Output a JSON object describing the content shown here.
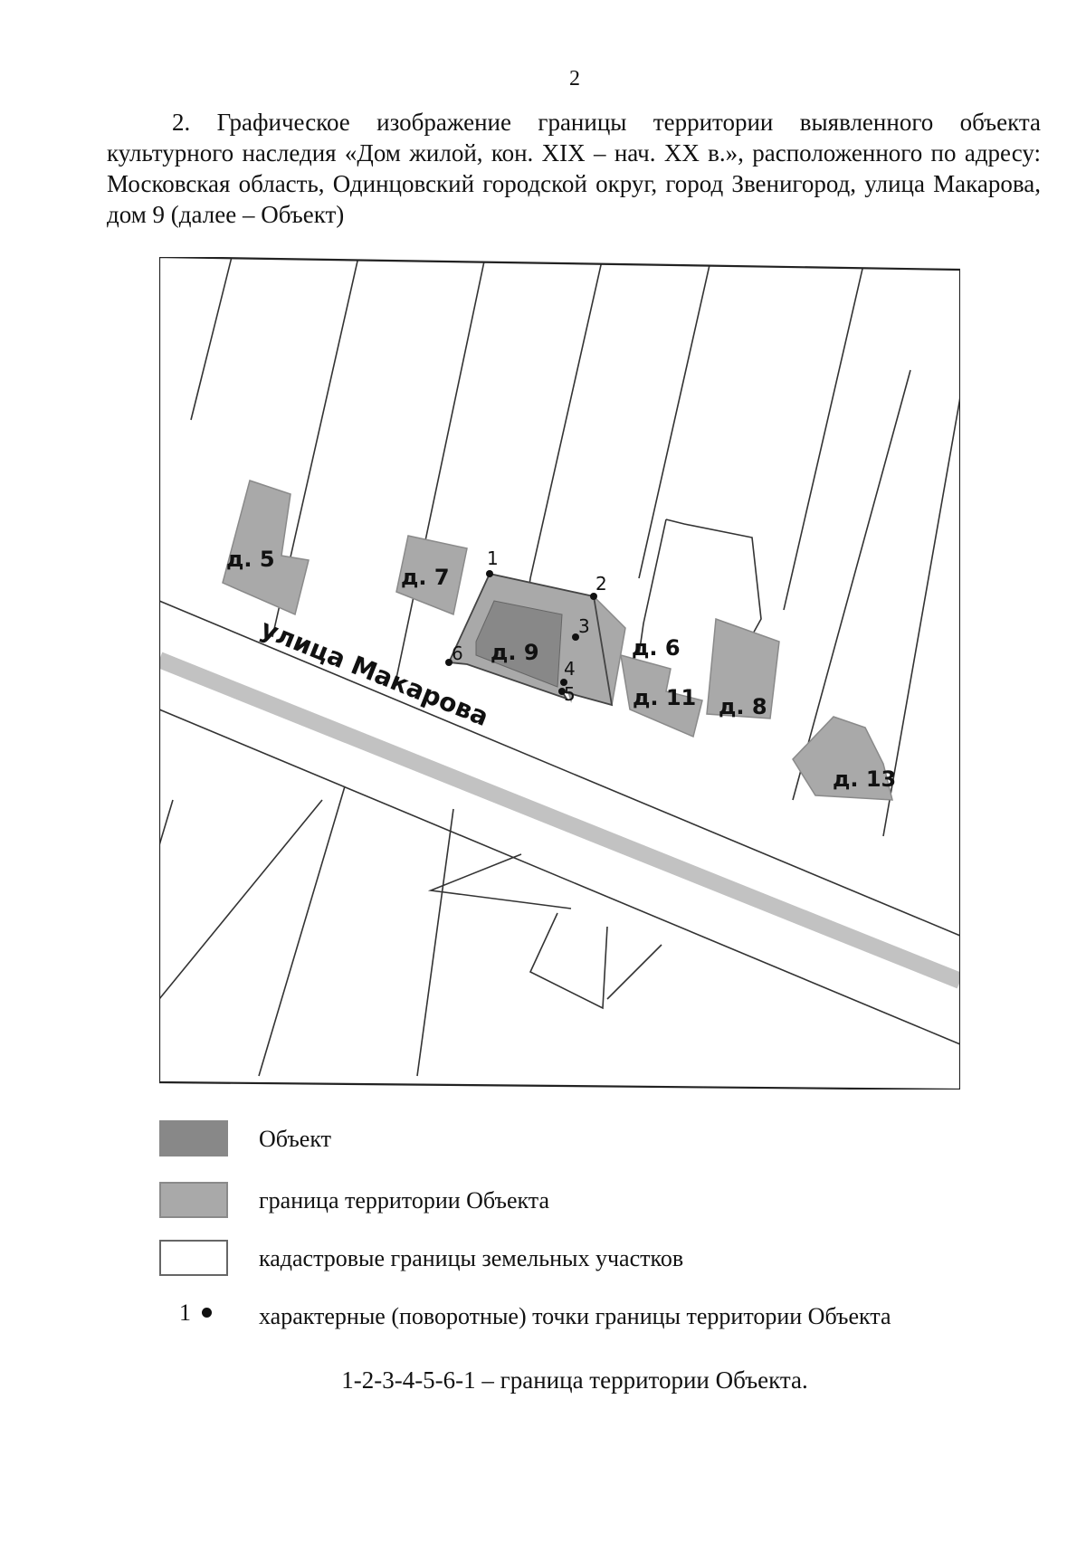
{
  "page": {
    "number": "2"
  },
  "intro": {
    "num": "2.",
    "text": "Графическое изображение границы территории выявленного объекта культурного наследия «Дом жилой, кон. XIX – нач. XX в.», расположенного по адресу: Московская область, Одинцовский городской округ, город Звенигород, улица Макарова, дом 9 (далее – Объект)"
  },
  "map": {
    "street": "улица Макарова",
    "houses": {
      "h5": "д. 5",
      "h7": "д. 7",
      "h9": "д. 9",
      "h11": "д. 11",
      "h13": "д. 13",
      "h6": "д. 6",
      "h8": "д. 8"
    },
    "points": [
      "1",
      "2",
      "3",
      "4",
      "5",
      "6"
    ]
  },
  "legend": {
    "object": "Объект",
    "territory": "граница территории Объекта",
    "cadastral": "кадастровые границы земельных участков",
    "point_num": "1",
    "points": "характерные (поворотные) точки границы территории Объекта"
  },
  "summary": "1-2-3-4-5-6-1 – граница территории Объекта.",
  "colors": {
    "object": "#888888",
    "territory": "#a9a9a9",
    "street_centerline": "#c2c2c2",
    "lines": "#333333"
  }
}
